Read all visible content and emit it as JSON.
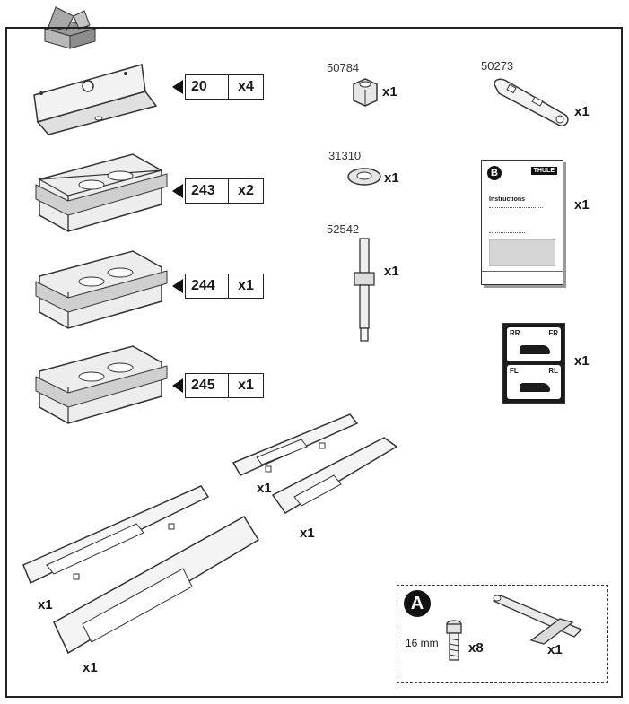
{
  "parts": {
    "bracket": {
      "number": "20",
      "quantity": "x4"
    },
    "pad_243": {
      "number": "243",
      "quantity": "x2"
    },
    "pad_244": {
      "number": "244",
      "quantity": "x1"
    },
    "pad_245": {
      "number": "245",
      "quantity": "x1"
    }
  },
  "hardware": {
    "nut": {
      "code": "50784",
      "quantity": "x1"
    },
    "washer": {
      "code": "31310",
      "quantity": "x1"
    },
    "bolt": {
      "code": "52542",
      "quantity": "x1"
    },
    "wrench": {
      "code": "50273",
      "quantity": "x1"
    },
    "instructions": {
      "quantity": "x1",
      "letter": "B",
      "brand": "THULE",
      "title": "Instructions"
    },
    "sticker": {
      "quantity": "x1",
      "labels": [
        "RR",
        "FR",
        "FL",
        "RL"
      ]
    }
  },
  "plates": {
    "small_top": "x1",
    "small_right": "x1",
    "long_left": "x1",
    "long_bottom": "x1"
  },
  "kit_a": {
    "letter": "A",
    "screw_size": "16 mm",
    "screw_quantity": "x8",
    "key_quantity": "x1"
  }
}
